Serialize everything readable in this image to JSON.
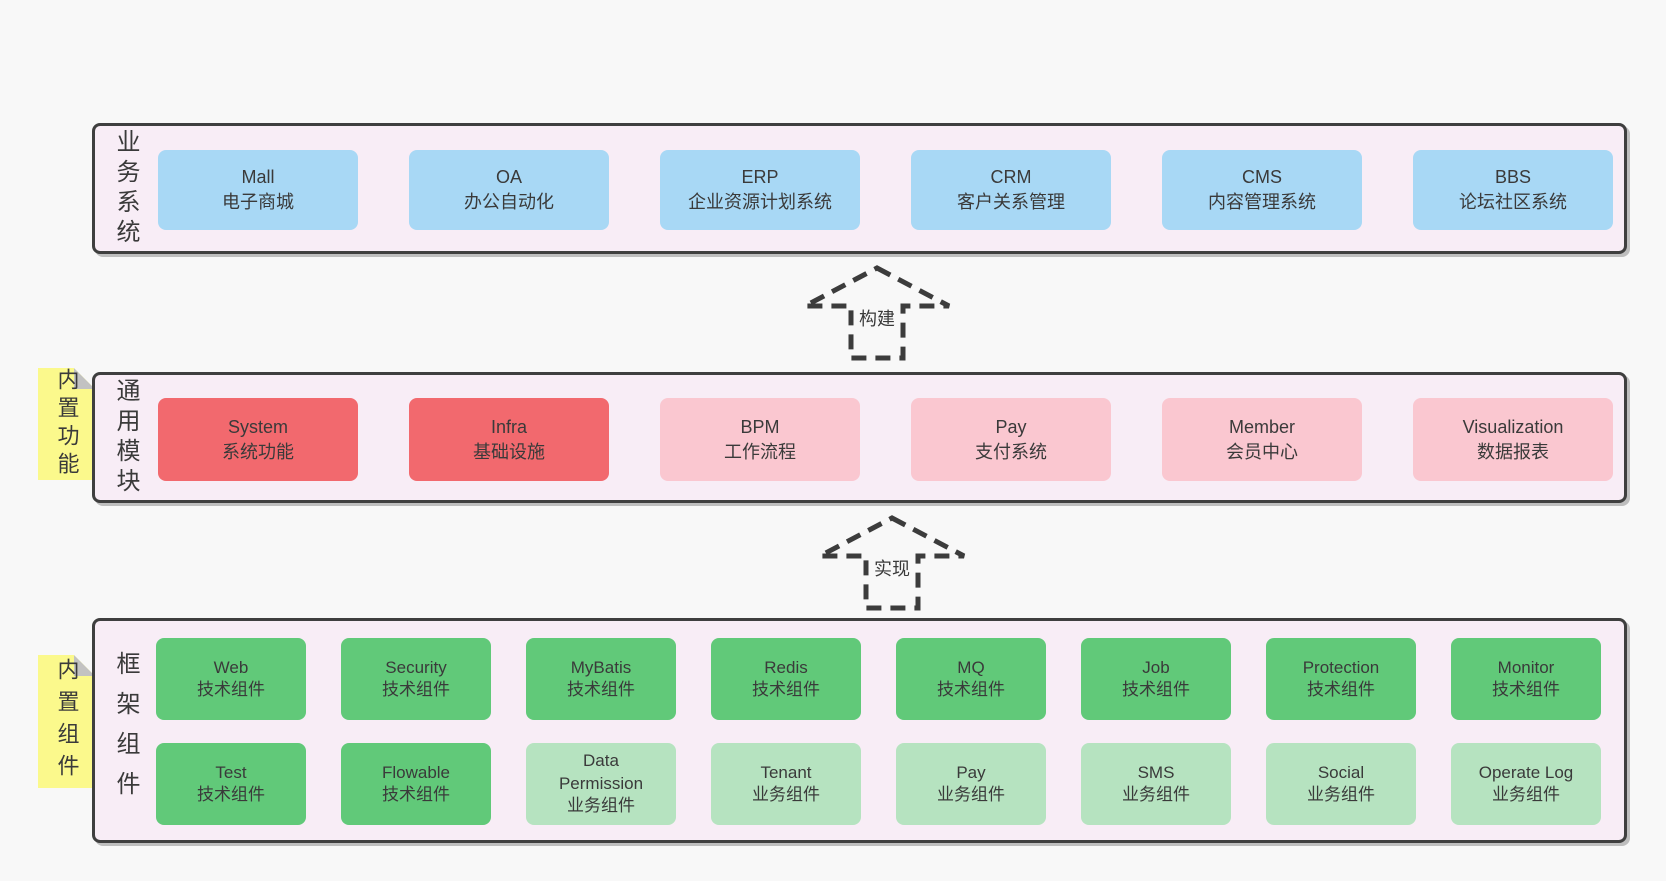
{
  "colors": {
    "page_bg": "#f8f8f8",
    "layer_bg": "#f8edf6",
    "layer_border": "#3f3f3f",
    "box_blue": "#a8d8f5",
    "box_red": "#f2696e",
    "box_pink": "#fac7d0",
    "box_green": "#61c979",
    "box_green_light": "#b6e3c0",
    "sticky_yellow": "#fbf98c",
    "sticky_fold": "#c2c2c2",
    "text": "#3a3a3a",
    "arrow_stroke": "#3c3c3c"
  },
  "layers": [
    {
      "label": "业务系统",
      "boxes": [
        {
          "name": "Mall",
          "desc": "电子商城"
        },
        {
          "name": "OA",
          "desc": "办公自动化"
        },
        {
          "name": "ERP",
          "desc": "企业资源计划系统"
        },
        {
          "name": "CRM",
          "desc": "客户关系管理"
        },
        {
          "name": "CMS",
          "desc": "内容管理系统"
        },
        {
          "name": "BBS",
          "desc": "论坛社区系统"
        }
      ]
    },
    {
      "label": "通用模块",
      "sticky": "内置功能",
      "boxes": [
        {
          "name": "System",
          "desc": "系统功能",
          "variant": "red"
        },
        {
          "name": "Infra",
          "desc": "基础设施",
          "variant": "red"
        },
        {
          "name": "BPM",
          "desc": "工作流程",
          "variant": "pink"
        },
        {
          "name": "Pay",
          "desc": "支付系统",
          "variant": "pink"
        },
        {
          "name": "Member",
          "desc": "会员中心",
          "variant": "pink"
        },
        {
          "name": "Visualization",
          "desc": "数据报表",
          "variant": "pink"
        }
      ]
    },
    {
      "label": "框架组件",
      "sticky": "内置组件",
      "row1": [
        {
          "name": "Web",
          "desc": "技术组件",
          "variant": "green"
        },
        {
          "name": "Security",
          "desc": "技术组件",
          "variant": "green"
        },
        {
          "name": "MyBatis",
          "desc": "技术组件",
          "variant": "green"
        },
        {
          "name": "Redis",
          "desc": "技术组件",
          "variant": "green"
        },
        {
          "name": "MQ",
          "desc": "技术组件",
          "variant": "green"
        },
        {
          "name": "Job",
          "desc": "技术组件",
          "variant": "green"
        },
        {
          "name": "Protection",
          "desc": "技术组件",
          "variant": "green"
        },
        {
          "name": "Monitor",
          "desc": "技术组件",
          "variant": "green"
        }
      ],
      "row2": [
        {
          "name": "Test",
          "desc": "技术组件",
          "variant": "green"
        },
        {
          "name": "Flowable",
          "desc": "技术组件",
          "variant": "green"
        },
        {
          "name": "Data Permission",
          "desc": "业务组件",
          "variant": "green-light"
        },
        {
          "name": "Tenant",
          "desc": "业务组件",
          "variant": "green-light"
        },
        {
          "name": "Pay",
          "desc": "业务组件",
          "variant": "green-light"
        },
        {
          "name": "SMS",
          "desc": "业务组件",
          "variant": "green-light"
        },
        {
          "name": "Social",
          "desc": "业务组件",
          "variant": "green-light"
        },
        {
          "name": "Operate Log",
          "desc": "业务组件",
          "variant": "green-light"
        }
      ]
    }
  ],
  "arrows": [
    {
      "label": "构建"
    },
    {
      "label": "实现"
    }
  ]
}
